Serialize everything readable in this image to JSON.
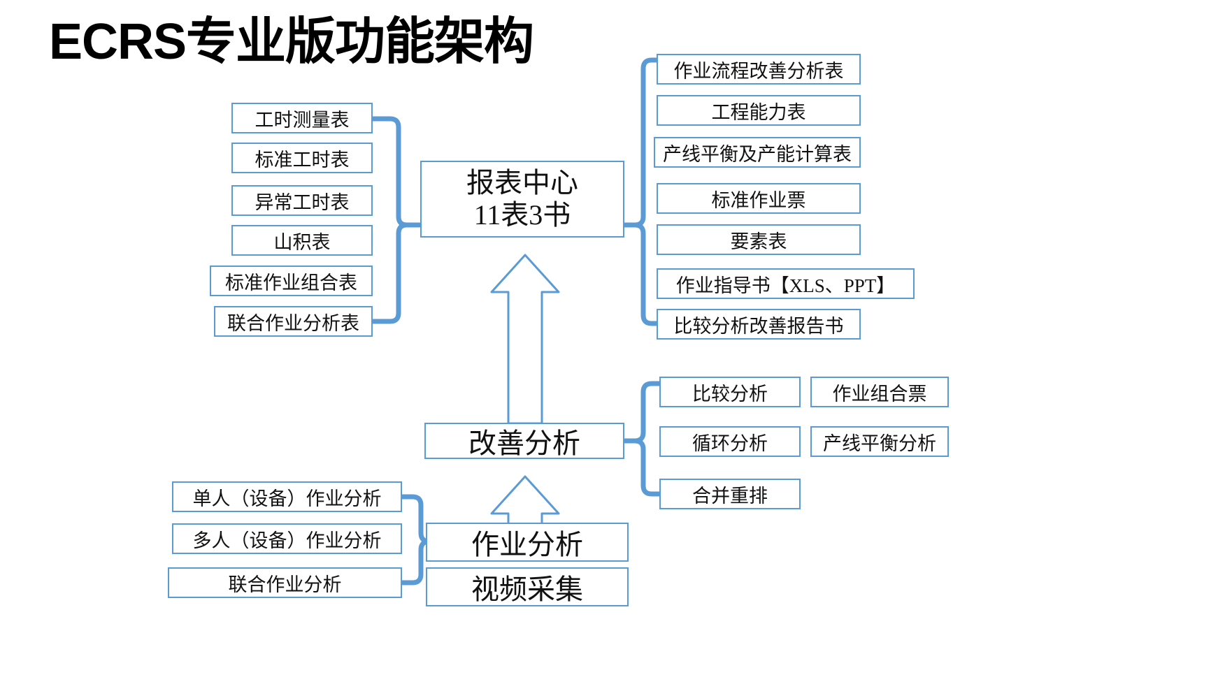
{
  "title": "ECRS专业版功能架构",
  "colors": {
    "box_border": "#5B9BD5",
    "connector": "#5B9BD5",
    "arrow_stroke": "#5B9BD5",
    "text": "#111111",
    "title_text": "#000000",
    "background": "#FFFFFF"
  },
  "hubs": {
    "report_center": {
      "line1": "报表中心",
      "line2": "11表3书"
    },
    "improvement_analysis": "改善分析",
    "operation_analysis": "作业分析",
    "video_capture": "视频采集"
  },
  "report_center_left_inputs": [
    {
      "label": "工时测量表"
    },
    {
      "label": "标准工时表"
    },
    {
      "label": "异常工时表"
    },
    {
      "label": "山积表"
    },
    {
      "label": "标准作业组合表"
    },
    {
      "label": "联合作业分析表"
    }
  ],
  "report_center_right_outputs": [
    {
      "label": "作业流程改善分析表"
    },
    {
      "label": "工程能力表"
    },
    {
      "label": "产线平衡及产能计算表"
    },
    {
      "label": "标准作业票"
    },
    {
      "label": "要素表"
    },
    {
      "label": "作业指导书【XLS、PPT】"
    },
    {
      "label": "比较分析改善报告书"
    }
  ],
  "improvement_analysis_outputs_col1": [
    {
      "label": "比较分析"
    },
    {
      "label": "循环分析"
    },
    {
      "label": "合并重排"
    }
  ],
  "improvement_analysis_outputs_col2": [
    {
      "label": "作业组合票"
    },
    {
      "label": "产线平衡分析"
    }
  ],
  "operation_analysis_inputs": [
    {
      "label": "单人（设备）作业分析"
    },
    {
      "label": "多人（设备）作业分析"
    },
    {
      "label": "联合作业分析"
    }
  ]
}
